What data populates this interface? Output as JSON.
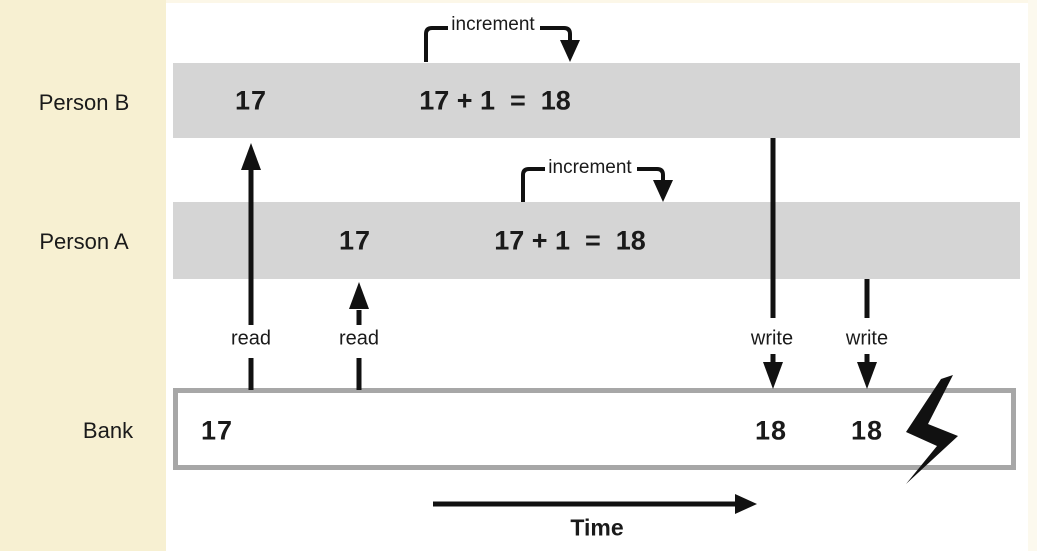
{
  "diagram": {
    "rows": {
      "person_b": {
        "label": "Person B",
        "read_value": "17",
        "increment_label": "increment",
        "calc": "17 + 1  =  18"
      },
      "person_a": {
        "label": "Person A",
        "read_value": "17",
        "increment_label": "increment",
        "calc": "17 + 1  =  18"
      },
      "bank": {
        "label": "Bank",
        "initial_value": "17",
        "written_value_1": "18",
        "written_value_2": "18"
      }
    },
    "arrows": {
      "read_1": "read",
      "read_2": "read",
      "write_1": "write",
      "write_2": "write"
    },
    "time_axis_label": "Time",
    "colors": {
      "left_panel": "#f7f0d2",
      "timeline_bar": "#d5d5d5",
      "bank_border": "#a7a7a7",
      "ink": "#111111"
    }
  }
}
